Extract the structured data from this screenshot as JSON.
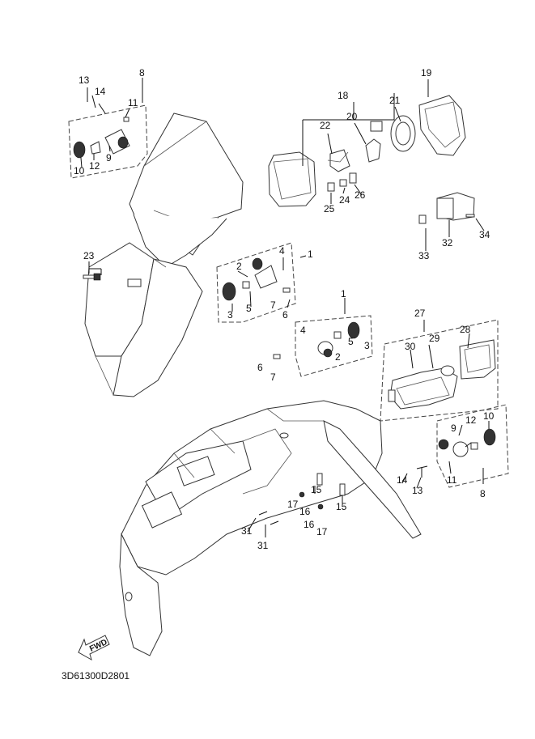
{
  "diagram": {
    "code": "3D61300D2801",
    "fwd_label": "FWD",
    "callouts": {
      "c1a": "1",
      "c1b": "1",
      "c2a": "2",
      "c2b": "2",
      "c3a": "3",
      "c3b": "3",
      "c4a": "4",
      "c4b": "4",
      "c5a": "5",
      "c5b": "5",
      "c6a": "6",
      "c6b": "6",
      "c7a": "7",
      "c7b": "7",
      "c8a": "8",
      "c8b": "8",
      "c9a": "9",
      "c9b": "9",
      "c10a": "10",
      "c10b": "10",
      "c11a": "11",
      "c11b": "11",
      "c12a": "12",
      "c12b": "12",
      "c13a": "13",
      "c13b": "13",
      "c14a": "14",
      "c14b": "14",
      "c15a": "15",
      "c15b": "15",
      "c16a": "16",
      "c16b": "16",
      "c17a": "17",
      "c17b": "17",
      "c18": "18",
      "c19": "19",
      "c20": "20",
      "c21": "21",
      "c22": "22",
      "c23": "23",
      "c24": "24",
      "c25": "25",
      "c26": "26",
      "c27": "27",
      "c28": "28",
      "c29": "29",
      "c30": "30",
      "c31a": "31",
      "c31b": "31",
      "c32": "32",
      "c33": "33",
      "c34": "34"
    }
  }
}
